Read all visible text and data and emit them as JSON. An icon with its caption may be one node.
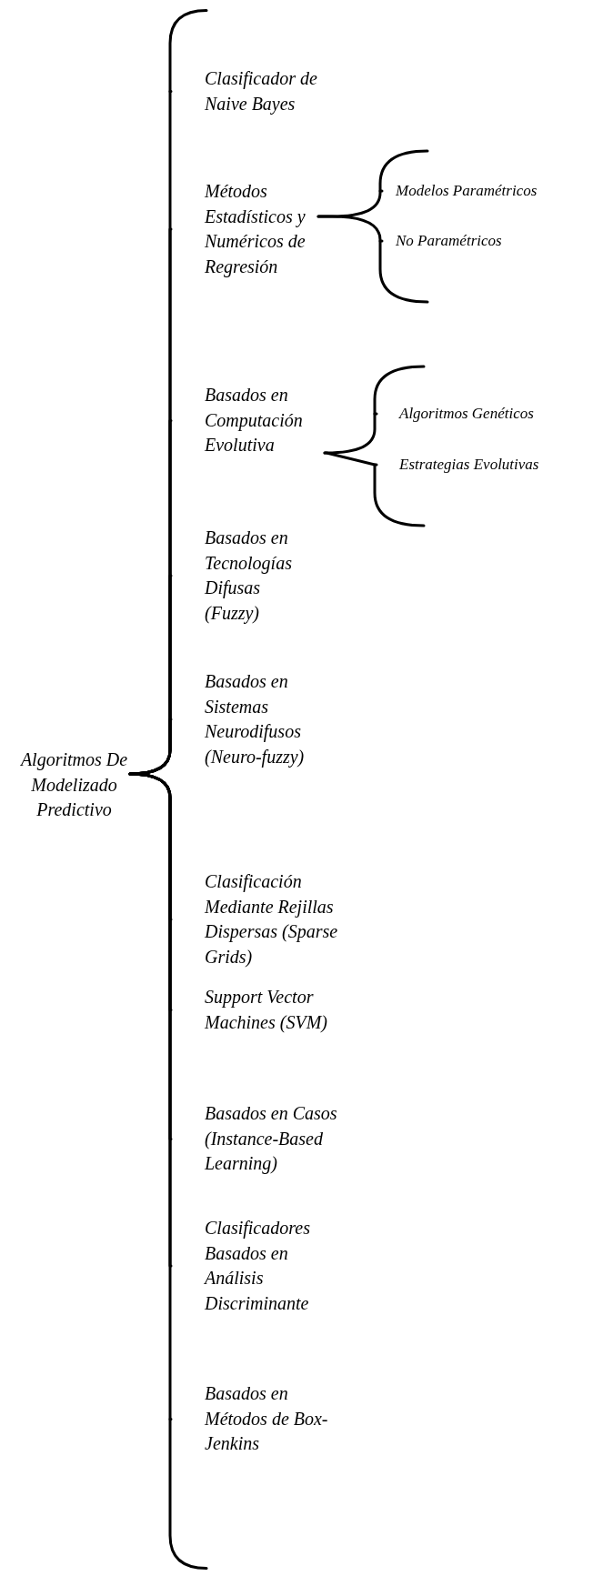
{
  "diagram": {
    "nodes": [
      {
        "text": [
          "Algoritmos De Modelizado Predictivo"
        ]
      },
      {
        "text": [
          "Clasificador de Naive Bayes"
        ]
      },
      {
        "text": [
          "Métodos Estadísticos y Numéricos de Regresión"
        ]
      },
      {
        "text": [
          "Modelos Paramétricos"
        ]
      },
      {
        "text": [
          "No Paramétricos"
        ]
      },
      {
        "text": [
          "Basados en Computación Evolutiva"
        ]
      },
      {
        "text": [
          "Algoritmos Genéticos"
        ]
      },
      {
        "text": [
          "Estrategias Evolutivas"
        ]
      },
      {
        "text": [
          "Basados en Tecnologías Difusas (Fuzzy)"
        ]
      },
      {
        "text": [
          "Basados en Sistemas Neurodifusos (Neuro-fuzzy)"
        ]
      },
      {
        "text": [
          "Clasificación Mediante Rejillas Dispersas (Sparse Grids)"
        ]
      },
      {
        "text": [
          "Support Vector Machines (SVM)"
        ]
      },
      {
        "text": [
          "Basados en Casos (Instance-Based Learning)"
        ]
      },
      {
        "text": [
          "Clasificadores Basados en Análisis Discriminante"
        ]
      },
      {
        "text": [
          "Basados en Métodos de Box-Jenkins"
        ]
      }
    ],
    "edges": [
      {
        "from": 0,
        "to": 1,
        "arrow": "none"
      },
      {
        "from": 0,
        "to": 2,
        "arrow": "none"
      },
      {
        "from": 0,
        "to": 5,
        "arrow": "none"
      },
      {
        "from": 0,
        "to": 8,
        "arrow": "none"
      },
      {
        "from": 0,
        "to": 9,
        "arrow": "none"
      },
      {
        "from": 0,
        "to": 10,
        "arrow": "none"
      },
      {
        "from": 0,
        "to": 11,
        "arrow": "none"
      },
      {
        "from": 0,
        "to": 12,
        "arrow": "none"
      },
      {
        "from": 0,
        "to": 13,
        "arrow": "none"
      },
      {
        "from": 0,
        "to": 14,
        "arrow": "none"
      },
      {
        "from": 2,
        "to": 3,
        "arrow": "none"
      },
      {
        "from": 2,
        "to": 4,
        "arrow": "none"
      },
      {
        "from": 5,
        "to": 6,
        "arrow": "none"
      },
      {
        "from": 5,
        "to": 7,
        "arrow": "none"
      }
    ]
  }
}
